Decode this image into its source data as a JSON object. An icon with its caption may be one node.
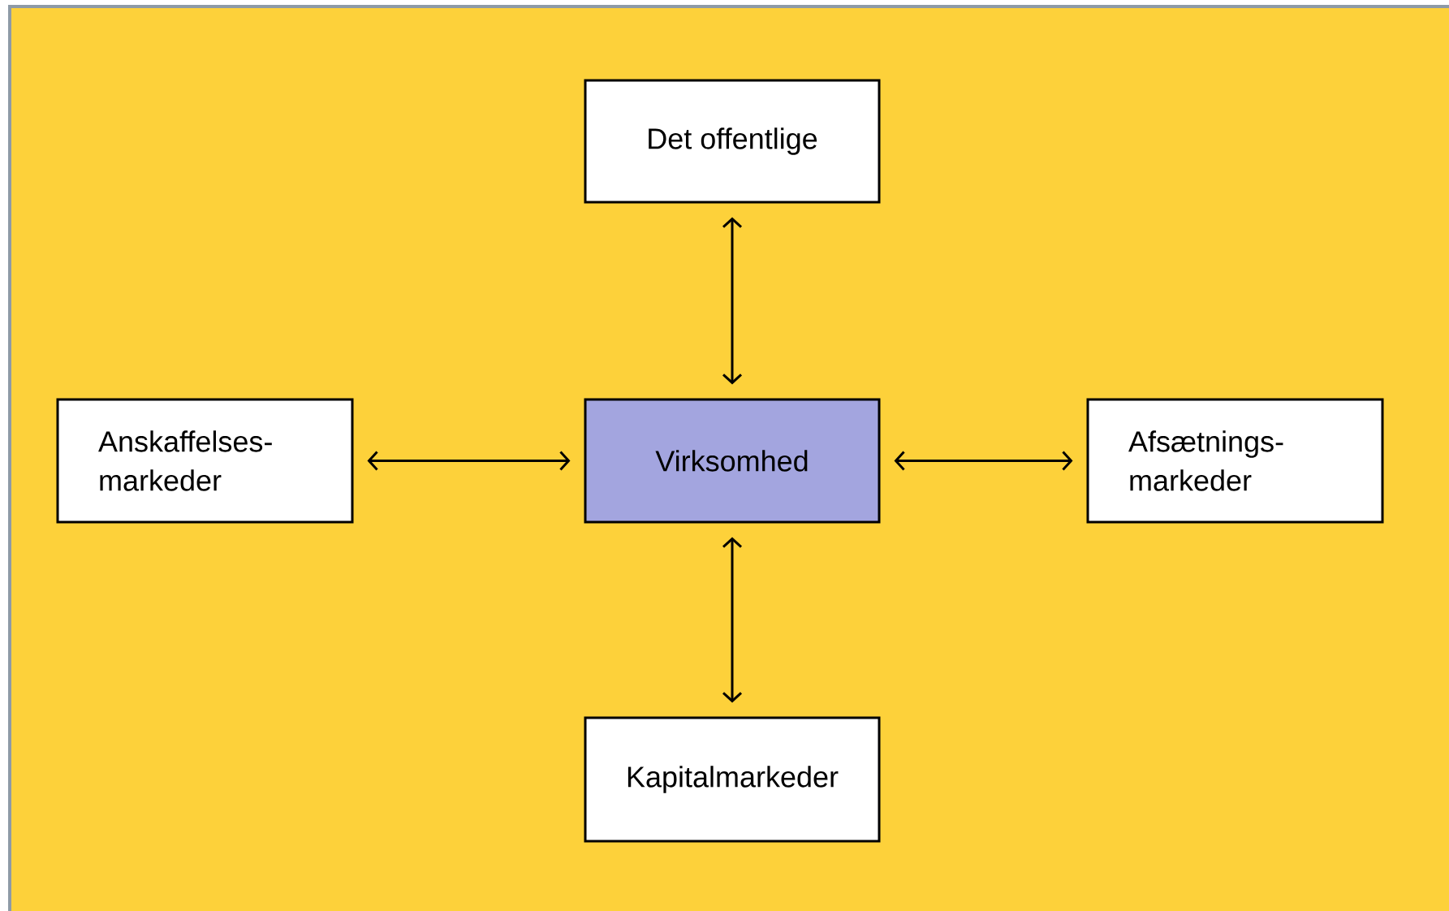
{
  "diagram": {
    "nodes": [
      {
        "text": [
          "Det offentlige"
        ]
      },
      {
        "text": [
          "Anskaffelses-markeder"
        ]
      },
      {
        "text": [
          "Virksomhed"
        ]
      },
      {
        "text": [
          "Afsætnings-markeder"
        ]
      },
      {
        "text": [
          "Kapitalmarkeder"
        ]
      }
    ],
    "edges": [
      {
        "from": 0,
        "to": 2,
        "arrow": "both"
      },
      {
        "from": 1,
        "to": 2,
        "arrow": "both"
      },
      {
        "from": 2,
        "to": 3,
        "arrow": "both"
      },
      {
        "from": 2,
        "to": 4,
        "arrow": "both"
      }
    ]
  }
}
